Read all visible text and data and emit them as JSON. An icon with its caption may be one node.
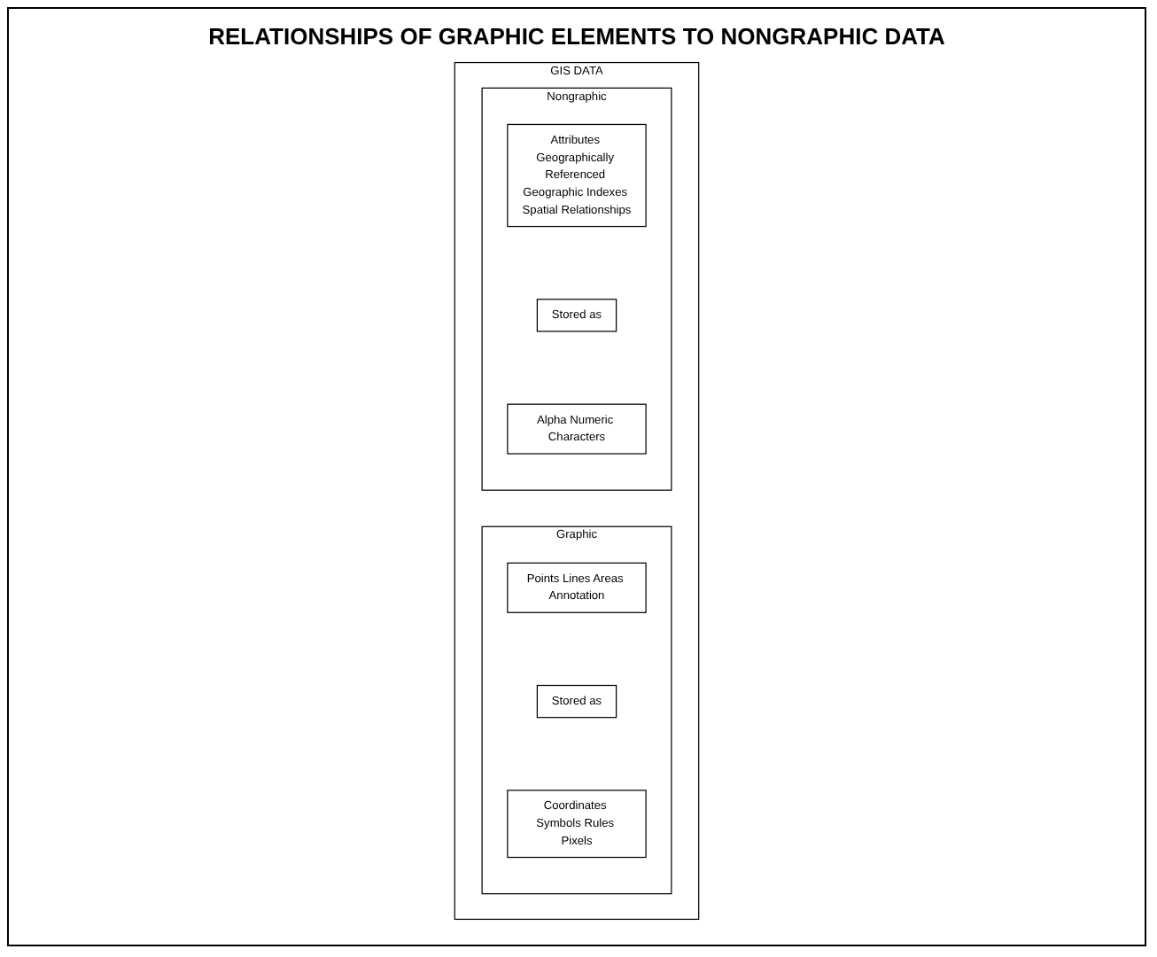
{
  "diagram": {
    "title": "RELATIONSHIPS OF GRAPHIC ELEMENTS TO NONGRAPHIC DATA",
    "nodes": [
      {
        "text": [
          "GIS DATA"
        ]
      },
      {
        "text": [
          "Graphic"
        ],
        "in": 0
      },
      {
        "text": [
          "Points Lines Areas Annotation"
        ],
        "in": 1
      },
      {
        "text": [
          "Stored as"
        ],
        "in": 1
      },
      {
        "text": [
          "Coordinates Symbols Rules Pixels"
        ],
        "in": 1
      },
      {
        "text": [
          "Nongraphic"
        ],
        "in": 0
      },
      {
        "text": [
          "Attributes Geographically Referenced Geographic Indexes Spatial Relationships"
        ],
        "in": 5
      },
      {
        "text": [
          "Stored as"
        ],
        "in": 5
      },
      {
        "text": [
          "Alpha Numeric Characters"
        ],
        "in": 5
      }
    ],
    "edges": []
  }
}
